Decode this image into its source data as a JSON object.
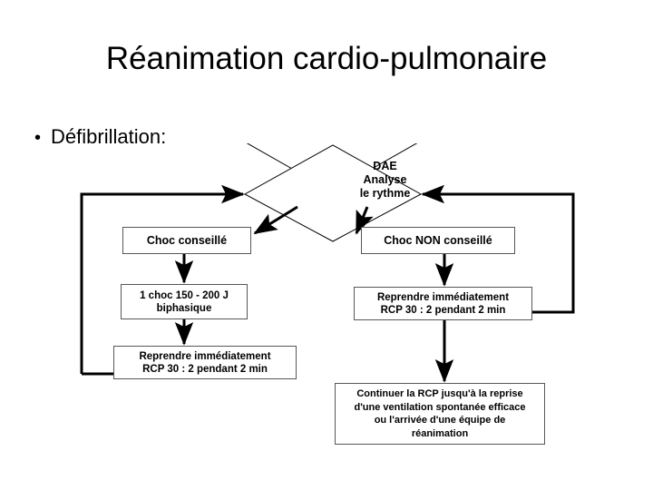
{
  "slide": {
    "title": "Réanimation cardio-pulmonaire",
    "bullet_mark": "•",
    "bullet_text": "Défibrillation:"
  },
  "diagram": {
    "type": "flowchart",
    "decision": {
      "name": "dae-decision",
      "lines": [
        "DAE",
        "Analyse",
        "le rythme"
      ]
    },
    "boxes": [
      {
        "id": "choc-conseille",
        "lines": [
          "Choc conseillé"
        ]
      },
      {
        "id": "choc-non-conseille",
        "lines": [
          "Choc NON conseillé"
        ]
      },
      {
        "id": "choc-energie",
        "lines": [
          "1 choc 150 - 200 J",
          "biphasique"
        ]
      },
      {
        "id": "rcp-right",
        "lines": [
          "Reprendre immédiatement",
          "RCP 30 : 2 pendant 2 min"
        ]
      },
      {
        "id": "rcp-left",
        "lines": [
          "Reprendre immédiatement",
          "RCP 30 : 2 pendant 2 min"
        ]
      },
      {
        "id": "continuer",
        "lines": [
          "Continuer la RCP jusqu'à la reprise",
          "d'une ventilation spontanée efficace",
          "ou l'arrivée d'une équipe de",
          "réanimation"
        ]
      }
    ],
    "colors": {
      "stroke": "#000000",
      "box_border": "#575757",
      "background": "#ffffff",
      "text": "#000000"
    }
  }
}
